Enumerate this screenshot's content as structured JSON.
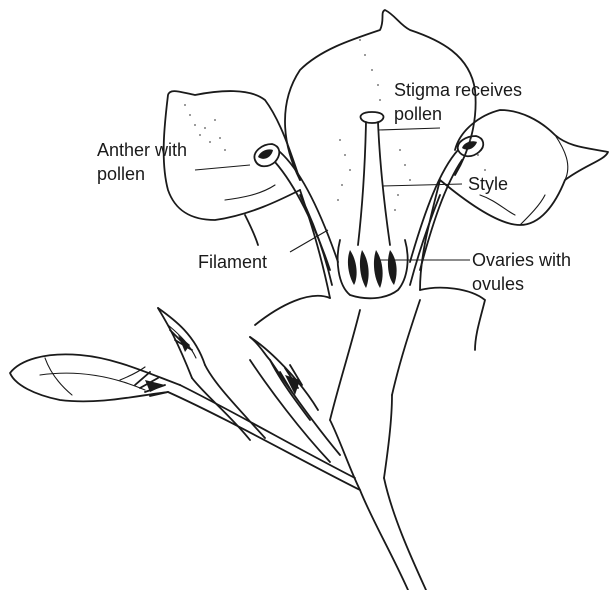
{
  "labels": {
    "stigma": [
      "Stigma receives",
      "pollen"
    ],
    "anther": [
      "Anther with",
      "pollen"
    ],
    "style": "Style",
    "filament": "Filament",
    "ovaries": [
      "Ovaries with",
      "ovules"
    ]
  },
  "colors": {
    "ink": "#1a1a1a",
    "background": "#ffffff"
  }
}
